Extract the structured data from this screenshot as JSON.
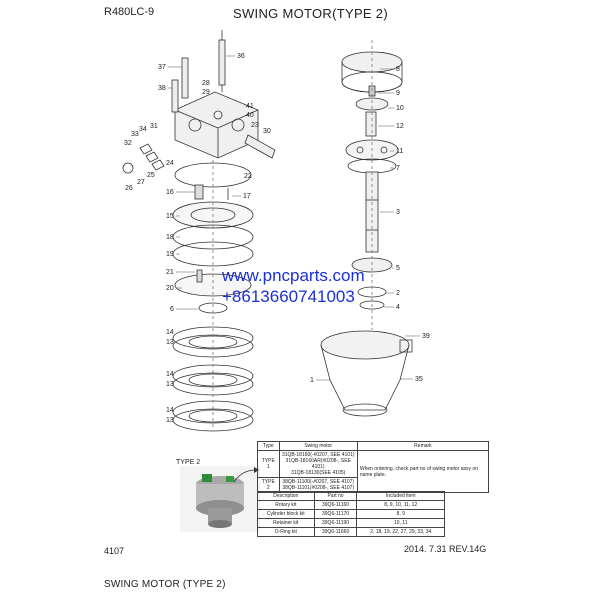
{
  "header": {
    "model": "R480LC-9",
    "title": "SWING MOTOR(TYPE 2)"
  },
  "watermark": {
    "site": "www.pncparts.com",
    "phone": "+8613660741003",
    "color": "#1a2fd6"
  },
  "callouts_left": [
    "37",
    "38",
    "28",
    "29",
    "36",
    "41",
    "40",
    "23",
    "30",
    "33",
    "34",
    "31",
    "32",
    "24",
    "25",
    "27",
    "26",
    "22",
    "16",
    "17",
    "15",
    "18",
    "19",
    "21",
    "20",
    "6",
    "14",
    "13",
    "14",
    "13",
    "14",
    "13"
  ],
  "callouts_right": [
    "8",
    "9",
    "10",
    "12",
    "11",
    "7",
    "3",
    "5",
    "2",
    "4",
    "39",
    "1",
    "35"
  ],
  "type2_label": "TYPE 2",
  "table_type": {
    "headers": [
      "Type",
      "Swing motor",
      "Remark"
    ],
    "rows": [
      {
        "type": "TYPE 1",
        "motor": [
          "31QB-18160(-#0207, SEE 4101)",
          "31QB-18160AR(#0208-, SEE 4101)",
          "31QB-18130(SEE 4105)"
        ]
      },
      {
        "type": "TYPE 2",
        "motor": [
          "38QB-11100(-#0207, SEE 4107)",
          "38QB-11101(#0208-, SEE 4107)"
        ]
      }
    ],
    "remark": "When ordering, check part no of swing motor assy on name plate."
  },
  "table_kits": {
    "headers": [
      "Description",
      "Part no",
      "Included item"
    ],
    "rows": [
      [
        "Rotary kit",
        "39Q6-11160",
        "8, 9, 10, 11, 12"
      ],
      [
        "Cylinder block kit",
        "39Q6-11170",
        "8, 9"
      ],
      [
        "Retainer kit",
        "39Q6-11190",
        "10, 11"
      ],
      [
        "O-Ring kit",
        "39Q6-11660",
        "2, 18, 19, 22, 27, 29, 33, 34"
      ]
    ]
  },
  "footer": {
    "page": "4107",
    "date": "2014. 7.31  REV.14G"
  },
  "caption": "SWING MOTOR (TYPE 2)"
}
